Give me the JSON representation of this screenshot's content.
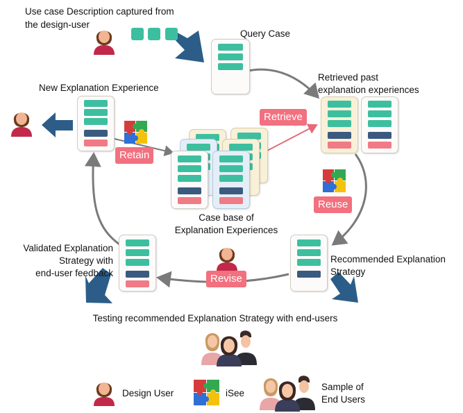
{
  "labels": {
    "use_case": "Use case Description captured from\nthe design-user",
    "query_case": "Query Case",
    "new_experience": "New Explanation Experience",
    "retrieved": "Retrieved past\nexplanation experiences",
    "case_base": "Case base of\nExplanation Experiences",
    "validated": "Validated Explanation\nStrategy with\nend-user feedback",
    "recommended": "Recommended Explanation\nStrategy",
    "testing": "Testing recommended Explanation Strategy with end-users"
  },
  "steps": {
    "retrieve": "Retrieve",
    "reuse": "Reuse",
    "revise": "Revise",
    "retain": "Retain"
  },
  "legend": {
    "design_user": "Design User",
    "isee": "iSee",
    "end_users": "Sample of\nEnd Users"
  },
  "colors": {
    "card_green": "#3dbf9f",
    "card_navy": "#3b5a80",
    "card_red": "#f07a86",
    "badge": "#f2707f",
    "arrow_blue": "#2c5d88",
    "cycle_gray": "#7a7a7a",
    "retrieve_line": "#e56b78"
  },
  "icons": [
    "person-icon",
    "people-group-icon",
    "puzzle-icon",
    "arrow-icon"
  ]
}
